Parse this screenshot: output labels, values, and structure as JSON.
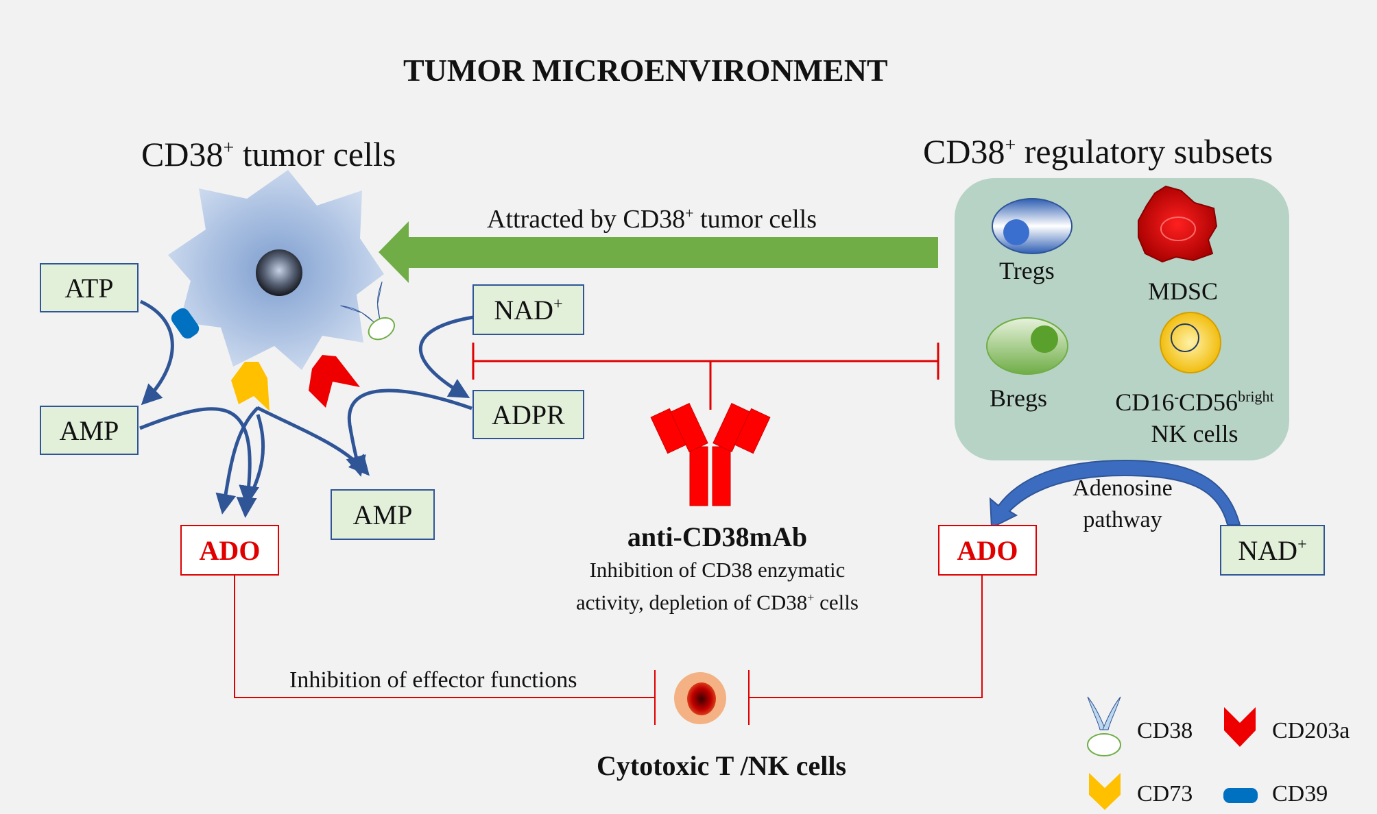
{
  "title": "TUMOR MICROENVIRONMENT",
  "tumor_cells": {
    "label": "CD38",
    "sup": "+",
    "suffix": " tumor cells"
  },
  "regulatory": {
    "label": "CD38",
    "sup": "+",
    "suffix": " regulatory subsets"
  },
  "attracted": {
    "prefix": "Attracted by CD38",
    "sup": "+",
    "suffix": " tumor cells"
  },
  "boxes": {
    "atp": "ATP",
    "amp_left": "AMP",
    "amp_center": "AMP",
    "nad": {
      "label": "NAD",
      "sup": "+"
    },
    "adpr": "ADPR",
    "nad_right": {
      "label": "NAD",
      "sup": "+"
    },
    "ado_left": "ADO",
    "ado_right": "ADO"
  },
  "cells": {
    "tregs": "Tregs",
    "mdsc": "MDSC",
    "bregs": "Bregs",
    "nk": {
      "part1": "CD16",
      "sup1": "-",
      "part2": "CD56",
      "sup2": "bright",
      "line2": "NK cells"
    }
  },
  "antibody": {
    "name": "anti-CD38mAb",
    "desc_line1": "Inhibition of CD38 enzymatic",
    "desc_line2_prefix": "activity, depletion of CD38",
    "desc_line2_sup": "+",
    "desc_line2_suffix": " cells"
  },
  "adenosine": {
    "line1": "Adenosine",
    "line2": "pathway"
  },
  "inhibition_label": "Inhibition of effector functions",
  "cytotoxic_label": "Cytotoxic T /NK cells",
  "legend": {
    "cd38": "CD38",
    "cd203a": "CD203a",
    "cd73": "CD73",
    "cd39": "CD39"
  },
  "colors": {
    "arrow_blue": "#2f5597",
    "green_arrow": "#70ad47",
    "inhibit_red": "#e00000",
    "box_fill": "#e2efd9",
    "panel_fill": "#b7d3c6",
    "cd73_yellow": "#ffc000",
    "cd39_blue": "#0070c0"
  }
}
